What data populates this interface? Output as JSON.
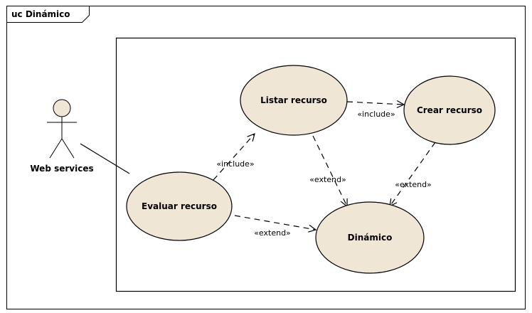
{
  "frame": {
    "label": "uc Dinámico"
  },
  "actor": {
    "name": "Web services",
    "icon": "stick-figure-actor-icon"
  },
  "use_cases": {
    "evaluar": "Evaluar recurso",
    "listar": "Listar recurso",
    "crear": "Crear recurso",
    "dinamico": "Dinámico"
  },
  "relations": {
    "evaluar_listar": "«include»",
    "listar_crear": "«include»",
    "listar_dinamico": "«extend»",
    "crear_dinamico": "«extend»",
    "evaluar_dinamico": "«extend»"
  },
  "colors": {
    "use_case_fill": "#efe6d6",
    "actor_head_fill": "#efe6d6",
    "stroke": "#000000"
  }
}
